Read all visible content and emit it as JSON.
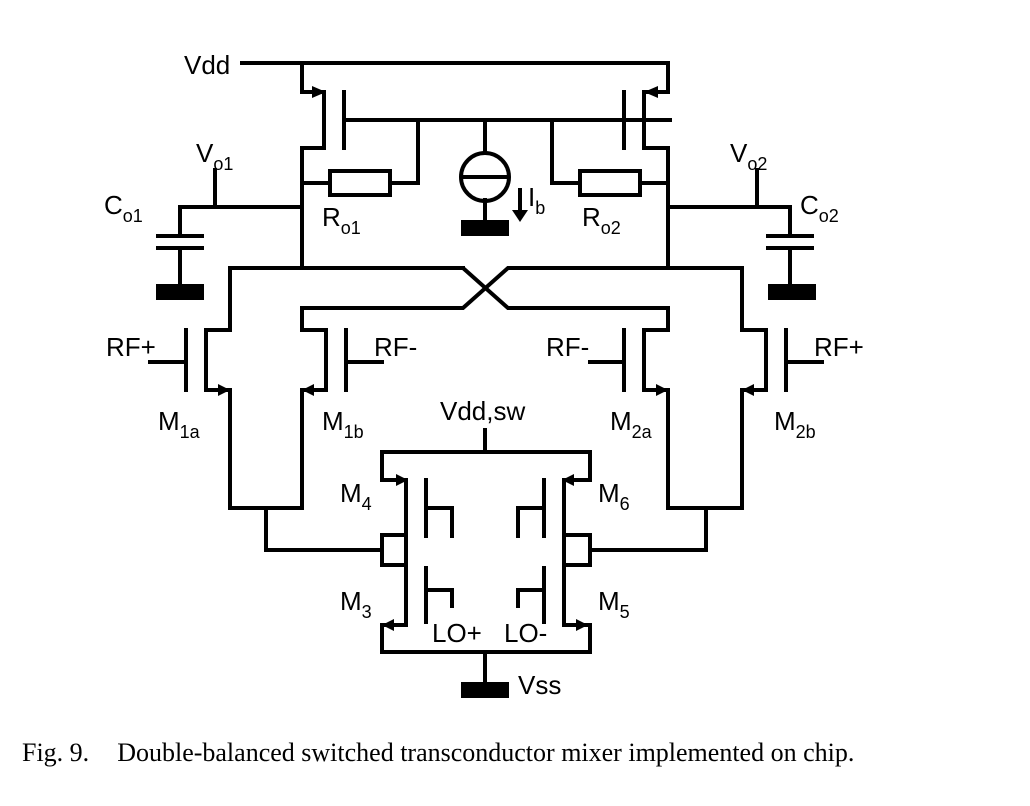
{
  "labels": {
    "vdd": "Vdd",
    "vo1_main": "V",
    "vo1_sub": "o1",
    "vo2_main": "V",
    "vo2_sub": "o2",
    "co1_main": "C",
    "co1_sub": "o1",
    "co2_main": "C",
    "co2_sub": "o2",
    "ro1_main": "R",
    "ro1_sub": "o1",
    "ro2_main": "R",
    "ro2_sub": "o2",
    "ib_main": "I",
    "ib_sub": "b",
    "rf_plus_left": "RF+",
    "rf_minus_left": "RF-",
    "rf_minus_right": "RF-",
    "rf_plus_right": "RF+",
    "m1a_main": "M",
    "m1a_sub": "1a",
    "m1b_main": "M",
    "m1b_sub": "1b",
    "m2a_main": "M",
    "m2a_sub": "2a",
    "m2b_main": "M",
    "m2b_sub": "2b",
    "vdd_sw": "Vdd,sw",
    "m4_main": "M",
    "m4_sub": "4",
    "m6_main": "M",
    "m6_sub": "6",
    "m3_main": "M",
    "m3_sub": "3",
    "m5_main": "M",
    "m5_sub": "5",
    "lo_plus": "LO+",
    "lo_minus": "LO-",
    "vss": "Vss"
  },
  "caption": {
    "figure": "Fig. 9.",
    "text": "Double-balanced switched transconductor mixer implemented on chip."
  }
}
